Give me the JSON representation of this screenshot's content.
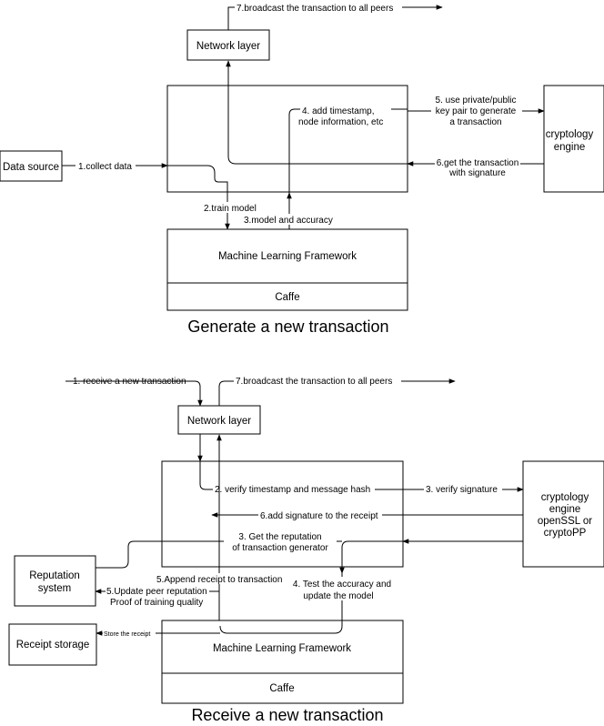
{
  "top": {
    "title": "Generate a new transaction",
    "boxes": {
      "network_layer": "Network layer",
      "data_source": "Data source",
      "cryptology_engine": [
        "cryptology",
        "engine"
      ],
      "ml_framework": "Machine Learning Framework",
      "caffe": "Caffe"
    },
    "labels": {
      "broadcast": "7.broadcast the transaction to all peers",
      "collect": "1.collect data",
      "train": "2.train model",
      "model_accuracy": "3.model and accuracy",
      "timestamp": [
        "4. add timestamp,",
        "node information, etc"
      ],
      "key_pair": [
        "5. use private/public",
        "key pair to generate",
        "a transaction"
      ],
      "get_transaction": [
        "6.get the transaction",
        "with signature"
      ]
    }
  },
  "bottom": {
    "title": "Receive a new transaction",
    "boxes": {
      "network_layer": "Network layer",
      "reputation_system": [
        "Reputation",
        "system"
      ],
      "receipt_storage": "Receipt storage",
      "cryptology_engine": [
        "cryptology",
        "engine",
        "openSSL or",
        "cryptoPP"
      ],
      "ml_framework": "Machine Learning Framework",
      "caffe": "Caffe"
    },
    "labels": {
      "receive": "1. receive a new transaction",
      "broadcast": "7.broadcast the transaction to all peers",
      "verify_hash": "2. verify timestamp and message hash",
      "verify_signature": "3. verify signature",
      "add_signature": "6.add signature to the receipt",
      "get_reputation": [
        "3. Get the reputation",
        "of transaction generator"
      ],
      "append_receipt": "5.Append receipt to transaction",
      "test_accuracy": [
        "4. Test the accuracy and",
        "update the model"
      ],
      "update_reputation": [
        "5.Update peer reputation",
        "Proof of training quality"
      ],
      "store_receipt": "Store the receipt"
    }
  }
}
